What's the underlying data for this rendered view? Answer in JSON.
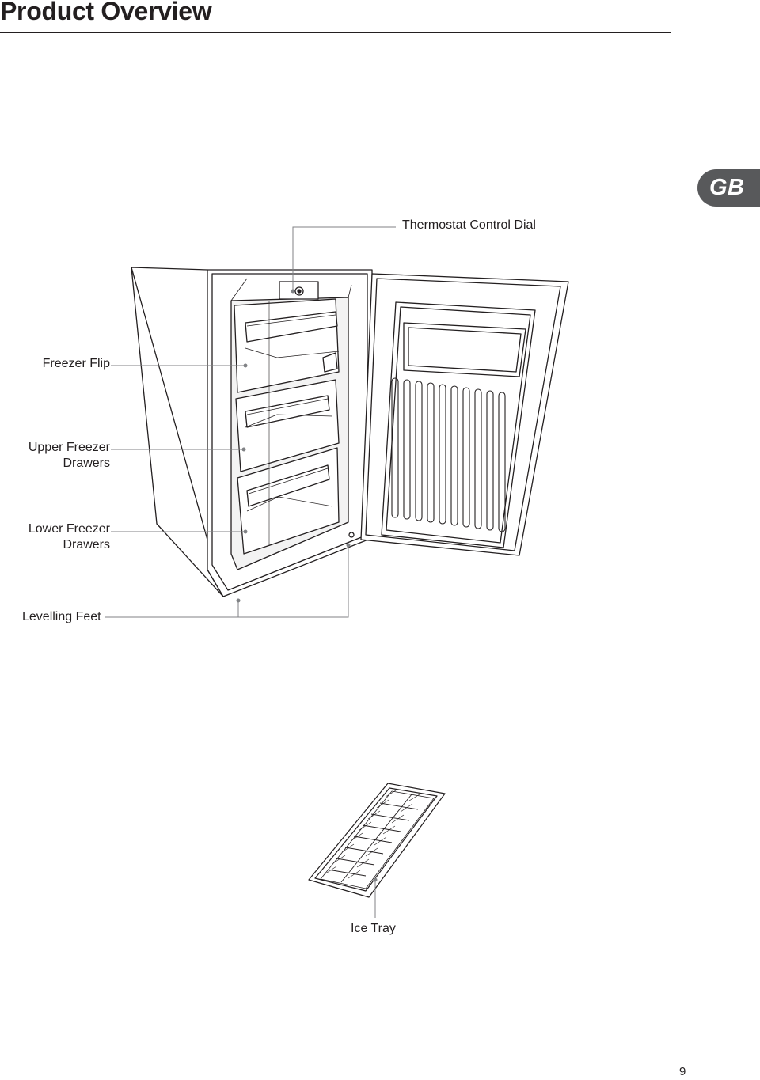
{
  "header": {
    "title": "Product Overview",
    "language_badge": "GB"
  },
  "labels": {
    "thermostat": "Thermostat Control Dial",
    "freezer_flip": "Freezer Flip",
    "upper_drawers_line1": "Upper Freezer",
    "upper_drawers_line2": "Drawers",
    "lower_drawers_line1": "Lower Freezer",
    "lower_drawers_line2": "Drawers",
    "levelling_feet": "Levelling Feet",
    "ice_tray": "Ice Tray"
  },
  "footer": {
    "page_number": "9"
  },
  "colors": {
    "ink": "#231f20",
    "badge": "#58595b",
    "callout": "#808285"
  },
  "illustrations": [
    "freezer-illustration",
    "ice-tray-illustration"
  ]
}
